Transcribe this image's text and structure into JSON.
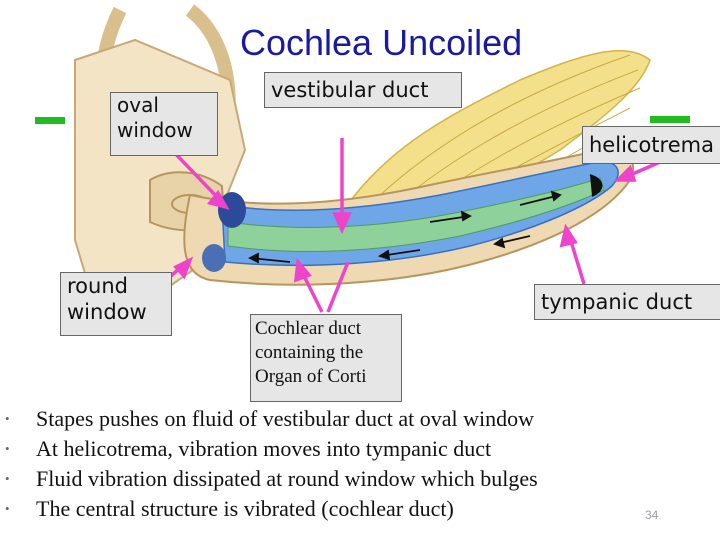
{
  "title": "Cochlea Uncoiled",
  "labels": {
    "oval_window": [
      "oval",
      "window"
    ],
    "vestibular_duct": "vestibular duct",
    "helicotrema": "helicotrema",
    "round_window": [
      "round",
      "window"
    ],
    "tympanic_duct": "tympanic duct",
    "cochlear_duct": [
      "Cochlear duct",
      "containing the",
      "Organ of Corti"
    ]
  },
  "bullets": [
    "Stapes pushes on fluid of vestibular duct at oval window",
    "At helicotrema, vibration moves into tympanic duct",
    "Fluid vibration dissipated at round window which bulges",
    "The central structure is vibrated (cochlear duct)"
  ],
  "bullet_glyph": "•",
  "page_number": "34",
  "colors": {
    "title": "#1a1aa0",
    "arrow": "#ee44cc",
    "green_marker": "#22bb22",
    "vestibular_fluid": "#6fa6e8",
    "cochlear_duct": "#8fd19a",
    "bone": "#eed9b3",
    "nerve": "#f4e08a"
  }
}
